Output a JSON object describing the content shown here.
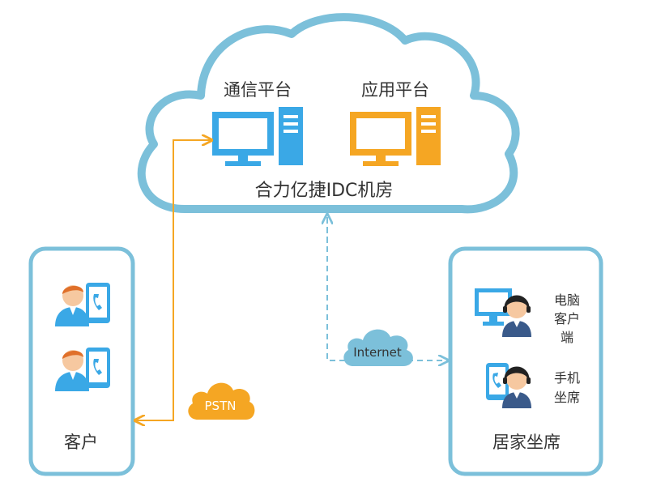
{
  "cloud": {
    "comm_platform": "通信平台",
    "app_platform": "应用平台",
    "datacenter": "合力亿捷IDC机房"
  },
  "customer_box": {
    "label": "客户"
  },
  "agent_box": {
    "label": "居家坐席",
    "pc_client_lines": [
      "电脑",
      "客户",
      "端"
    ],
    "mobile_agent_lines": [
      "手机",
      "坐席"
    ]
  },
  "links": {
    "pstn": "PSTN",
    "internet": "Internet"
  },
  "colors": {
    "cloud_stroke": "#7cc0da",
    "box_stroke": "#7cc0da",
    "computer_blue": "#3aa8e6",
    "computer_orange": "#f5a623",
    "pstn_line": "#f5a623",
    "internet_line": "#7cc0da",
    "pstn_cloud": "#f5a623",
    "internet_cloud": "#7cc0da"
  }
}
